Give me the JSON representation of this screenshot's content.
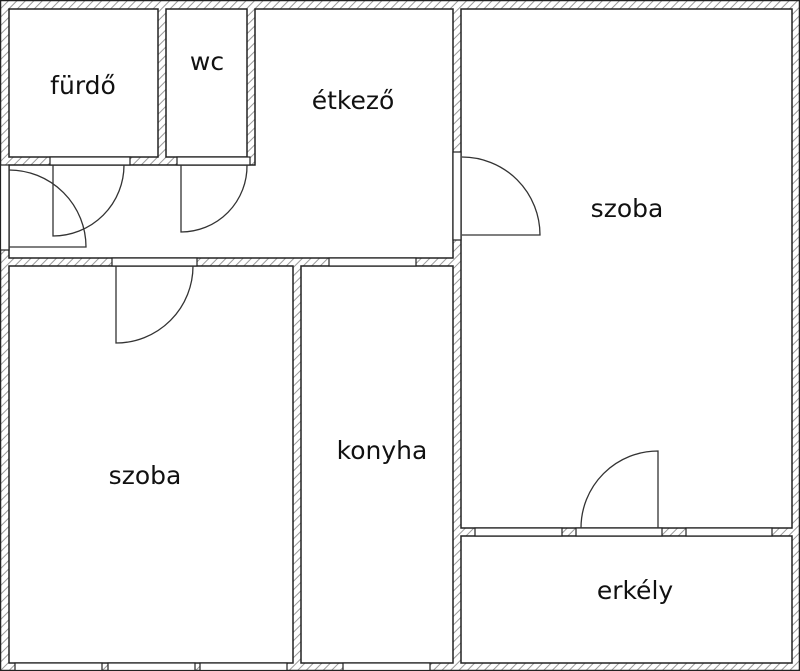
{
  "plan": {
    "rooms": {
      "bathroom": "fürdő",
      "toilet": "wc",
      "dining": "étkező",
      "room_right": "szoba",
      "room_left": "szoba",
      "kitchen": "konyha",
      "balcony": "erkély"
    }
  }
}
